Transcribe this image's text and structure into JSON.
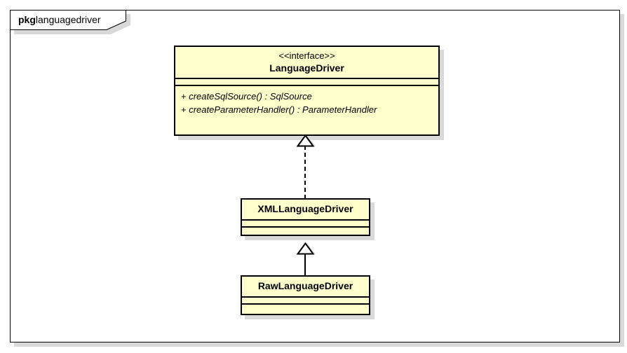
{
  "diagram": {
    "type": "uml-class-diagram",
    "package": {
      "keyword": "pkg",
      "name": "languagedriver"
    },
    "classes": [
      {
        "id": "interface",
        "stereotype": "<<interface>>",
        "name": "LanguageDriver",
        "attributes": [],
        "methods": [
          {
            "visibility": "+",
            "signature": "createSqlSource() : SqlSource"
          },
          {
            "visibility": "+",
            "signature": "createParameterHandler() : ParameterHandler"
          }
        ]
      },
      {
        "id": "xml",
        "stereotype": "",
        "name": "XMLLanguageDriver",
        "attributes": [],
        "methods": []
      },
      {
        "id": "raw",
        "stereotype": "",
        "name": "RawLanguageDriver",
        "attributes": [],
        "methods": []
      }
    ],
    "relationships": [
      {
        "id": "realization",
        "kind": "realization",
        "line": "dashed",
        "arrow": "hollow-triangle",
        "from": "XMLLanguageDriver",
        "to": "LanguageDriver"
      },
      {
        "id": "generalization",
        "kind": "generalization",
        "line": "solid",
        "arrow": "hollow-triangle",
        "from": "RawLanguageDriver",
        "to": "XMLLanguageDriver"
      }
    ],
    "colors": {
      "class_fill": "#ffffcc",
      "class_border": "#000000",
      "shadow": "#d9d9d9",
      "canvas": "#ffffff",
      "text": "#000000"
    }
  }
}
